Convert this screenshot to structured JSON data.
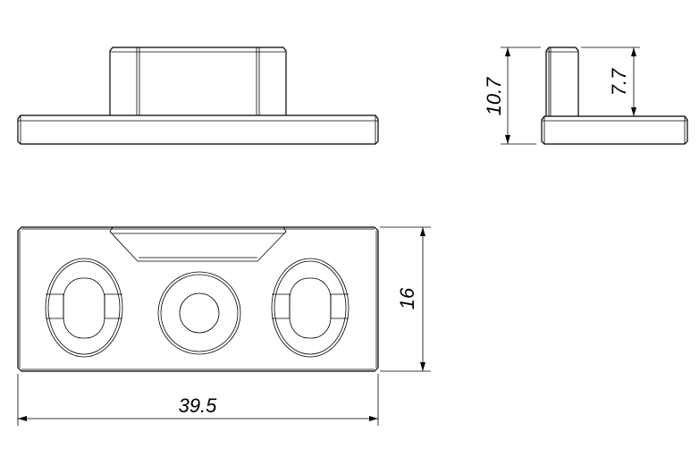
{
  "dimensions": {
    "width": "39.5",
    "depth": "16",
    "total_height": "10.7",
    "boss_height": "7.7"
  },
  "colors": {
    "line": "#000000",
    "background": "#ffffff"
  }
}
